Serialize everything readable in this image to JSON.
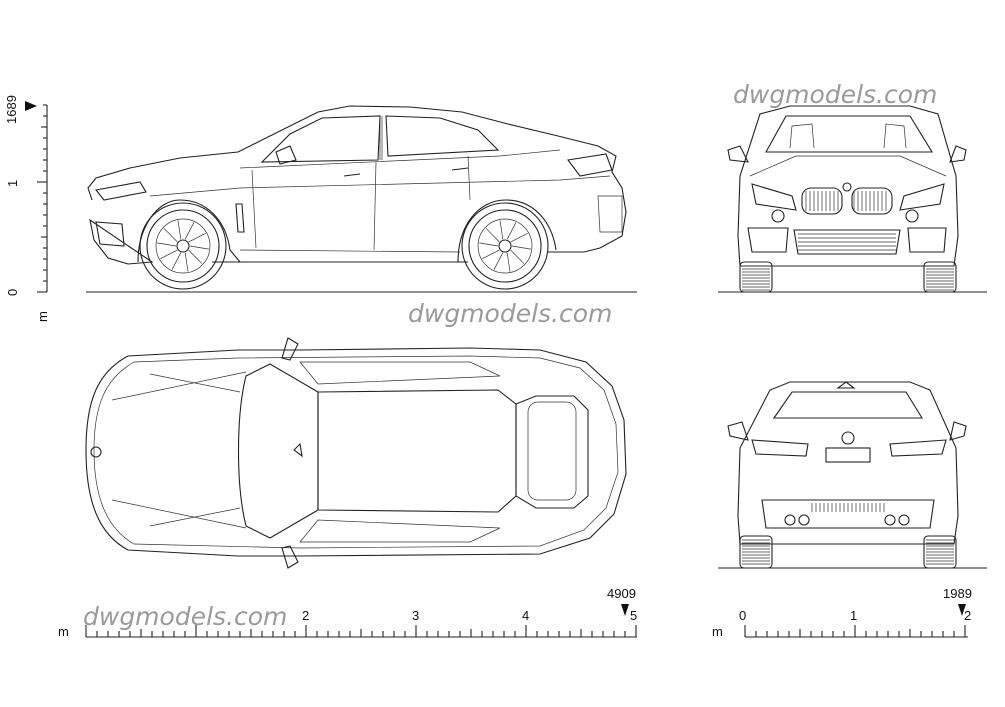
{
  "watermark": "dwgmodels.com",
  "height_scale": {
    "unit": "m",
    "ticks": [
      "0",
      "1"
    ],
    "dimension": "1689"
  },
  "length_scale": {
    "unit": "m",
    "ticks": [
      "2",
      "3",
      "4",
      "5"
    ],
    "dimension": "4909"
  },
  "width_scale": {
    "unit": "m",
    "ticks": [
      "0",
      "1",
      "2"
    ],
    "dimension": "1989"
  },
  "views": [
    "side-view",
    "front-view",
    "top-view",
    "rear-view"
  ]
}
